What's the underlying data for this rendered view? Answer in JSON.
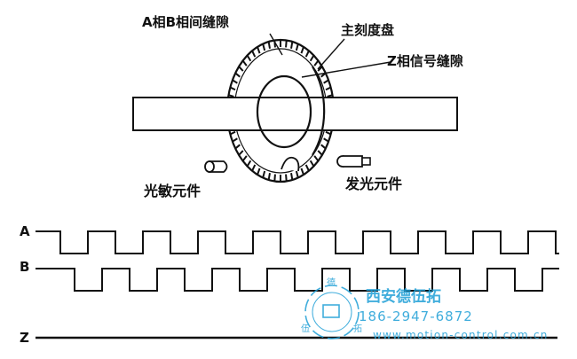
{
  "diagram": {
    "labels": {
      "ab_slits": "A相B相间缝隙",
      "main_disc": "主刻度盘",
      "z_slit": "Z相信号缝隙",
      "photo_sensor": "光敏元件",
      "light_emitter": "发光元件"
    },
    "waveforms": {
      "a_label": "A",
      "b_label": "B",
      "z_label": "Z"
    }
  },
  "watermark": {
    "company": "西安德伍拓",
    "phone": "186-2947-6872",
    "url": "www.motion-control.com.cn",
    "logo_text": [
      "德",
      "伍",
      "拓"
    ],
    "color": "#1f9fd6"
  },
  "colors": {
    "line": "#111111",
    "watermark": "#1f9fd6"
  }
}
